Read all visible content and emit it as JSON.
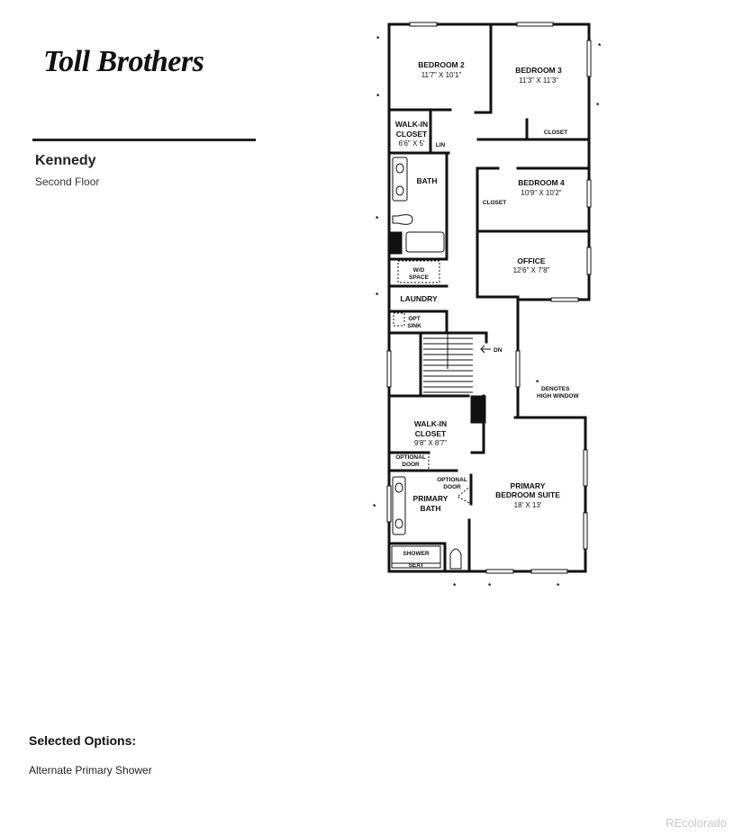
{
  "brand": {
    "logo_text": "Toll Brothers"
  },
  "plan": {
    "model_name": "Kennedy",
    "floor_label": "Second Floor"
  },
  "rooms": {
    "bedroom2": {
      "name": "BEDROOM 2",
      "dims": "11'7\" X 10'1\""
    },
    "bedroom3": {
      "name": "BEDROOM 3",
      "dims": "11'3\" X 11'3\""
    },
    "closet_b3": {
      "name": "CLOSET"
    },
    "walkin_top": {
      "name": "WALK-IN",
      "name2": "CLOSET",
      "dims": "6'6\" X 5'"
    },
    "lin": {
      "name": "LIN"
    },
    "bath": {
      "name": "BATH"
    },
    "bedroom4": {
      "name": "BEDROOM 4",
      "dims": "10'9\" X 10'2\""
    },
    "closet_b4": {
      "name": "CLOSET"
    },
    "wd": {
      "line1": "W/D",
      "line2": "SPACE"
    },
    "office": {
      "name": "OFFICE",
      "dims": "12'6\" X 7'8\""
    },
    "laundry": {
      "name": "LAUNDRY"
    },
    "opt_sink": {
      "line1": "OPT",
      "line2": "SINK"
    },
    "stairs": {
      "label": "DN"
    },
    "walkin_primary": {
      "name": "WALK-IN",
      "name2": "CLOSET",
      "dims": "9'8\" X 8'7\""
    },
    "opt_door_1": {
      "line1": "OPTIONAL",
      "line2": "DOOR"
    },
    "opt_door_2": {
      "line1": "OPTIONAL",
      "line2": "DOOR"
    },
    "primary_bath": {
      "name": "PRIMARY",
      "name2": "BATH"
    },
    "primary_suite": {
      "name": "PRIMARY",
      "name2": "BEDROOM SUITE",
      "dims": "18' X 13'"
    },
    "shower": {
      "name": "SHOWER"
    },
    "seat": {
      "name": "SEAT"
    }
  },
  "legend": {
    "star": "*",
    "line1": "DENOTES",
    "line2": "HIGH WINDOW"
  },
  "high_window_mark": "*",
  "options": {
    "title": "Selected Options:",
    "items": [
      "Alternate Primary Shower"
    ]
  },
  "credit": "REcolorado"
}
